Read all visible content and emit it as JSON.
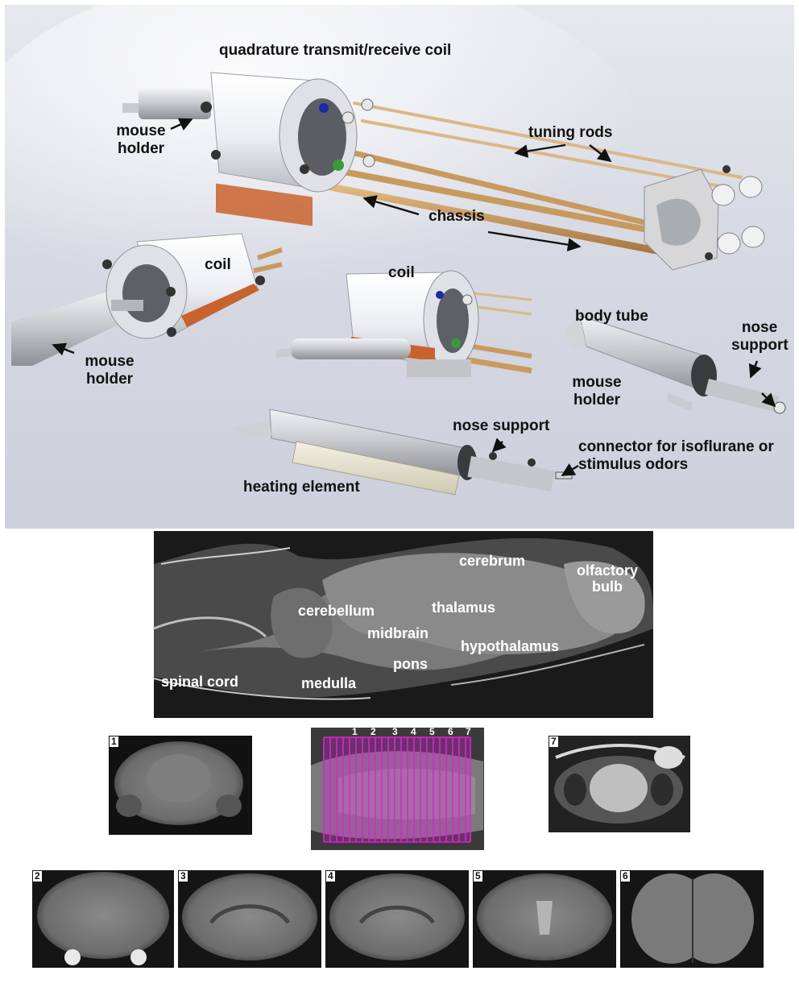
{
  "labels": {
    "coil_title": "quadrature transmit/receive coil",
    "mouse_holder_top": "mouse holder",
    "tuning_rods": "tuning rods",
    "chassis": "chassis",
    "coil_left": "coil",
    "mouse_holder_left": "mouse holder",
    "coil_center": "coil",
    "body_tube": "body tube",
    "nose_support_right": "nose support",
    "mouse_holder_right": "mouse holder",
    "nose_support_bottom": "nose support",
    "connector": "connector for isoflurane or stimulus odors",
    "heating_element": "heating element"
  },
  "mri_labels": {
    "cerebrum": "cerebrum",
    "olfactory_bulb": "olfactory bulb",
    "cerebellum": "cerebellum",
    "thalamus": "thalamus",
    "midbrain": "midbrain",
    "hypothalamus": "hypothalamus",
    "pons": "pons",
    "spinal_cord": "spinal cord",
    "medulla": "medulla"
  },
  "slice_panels": [
    "1",
    "2",
    "3",
    "4",
    "5",
    "6",
    "7"
  ],
  "slice_markers": [
    "1",
    "2",
    "3",
    "4",
    "5",
    "6",
    "7"
  ],
  "colors": {
    "slice_overlay": "#e020d8",
    "background_top": "#d9dbe4",
    "rod_wood": "#c89a5e",
    "copper": "#c8632e"
  }
}
